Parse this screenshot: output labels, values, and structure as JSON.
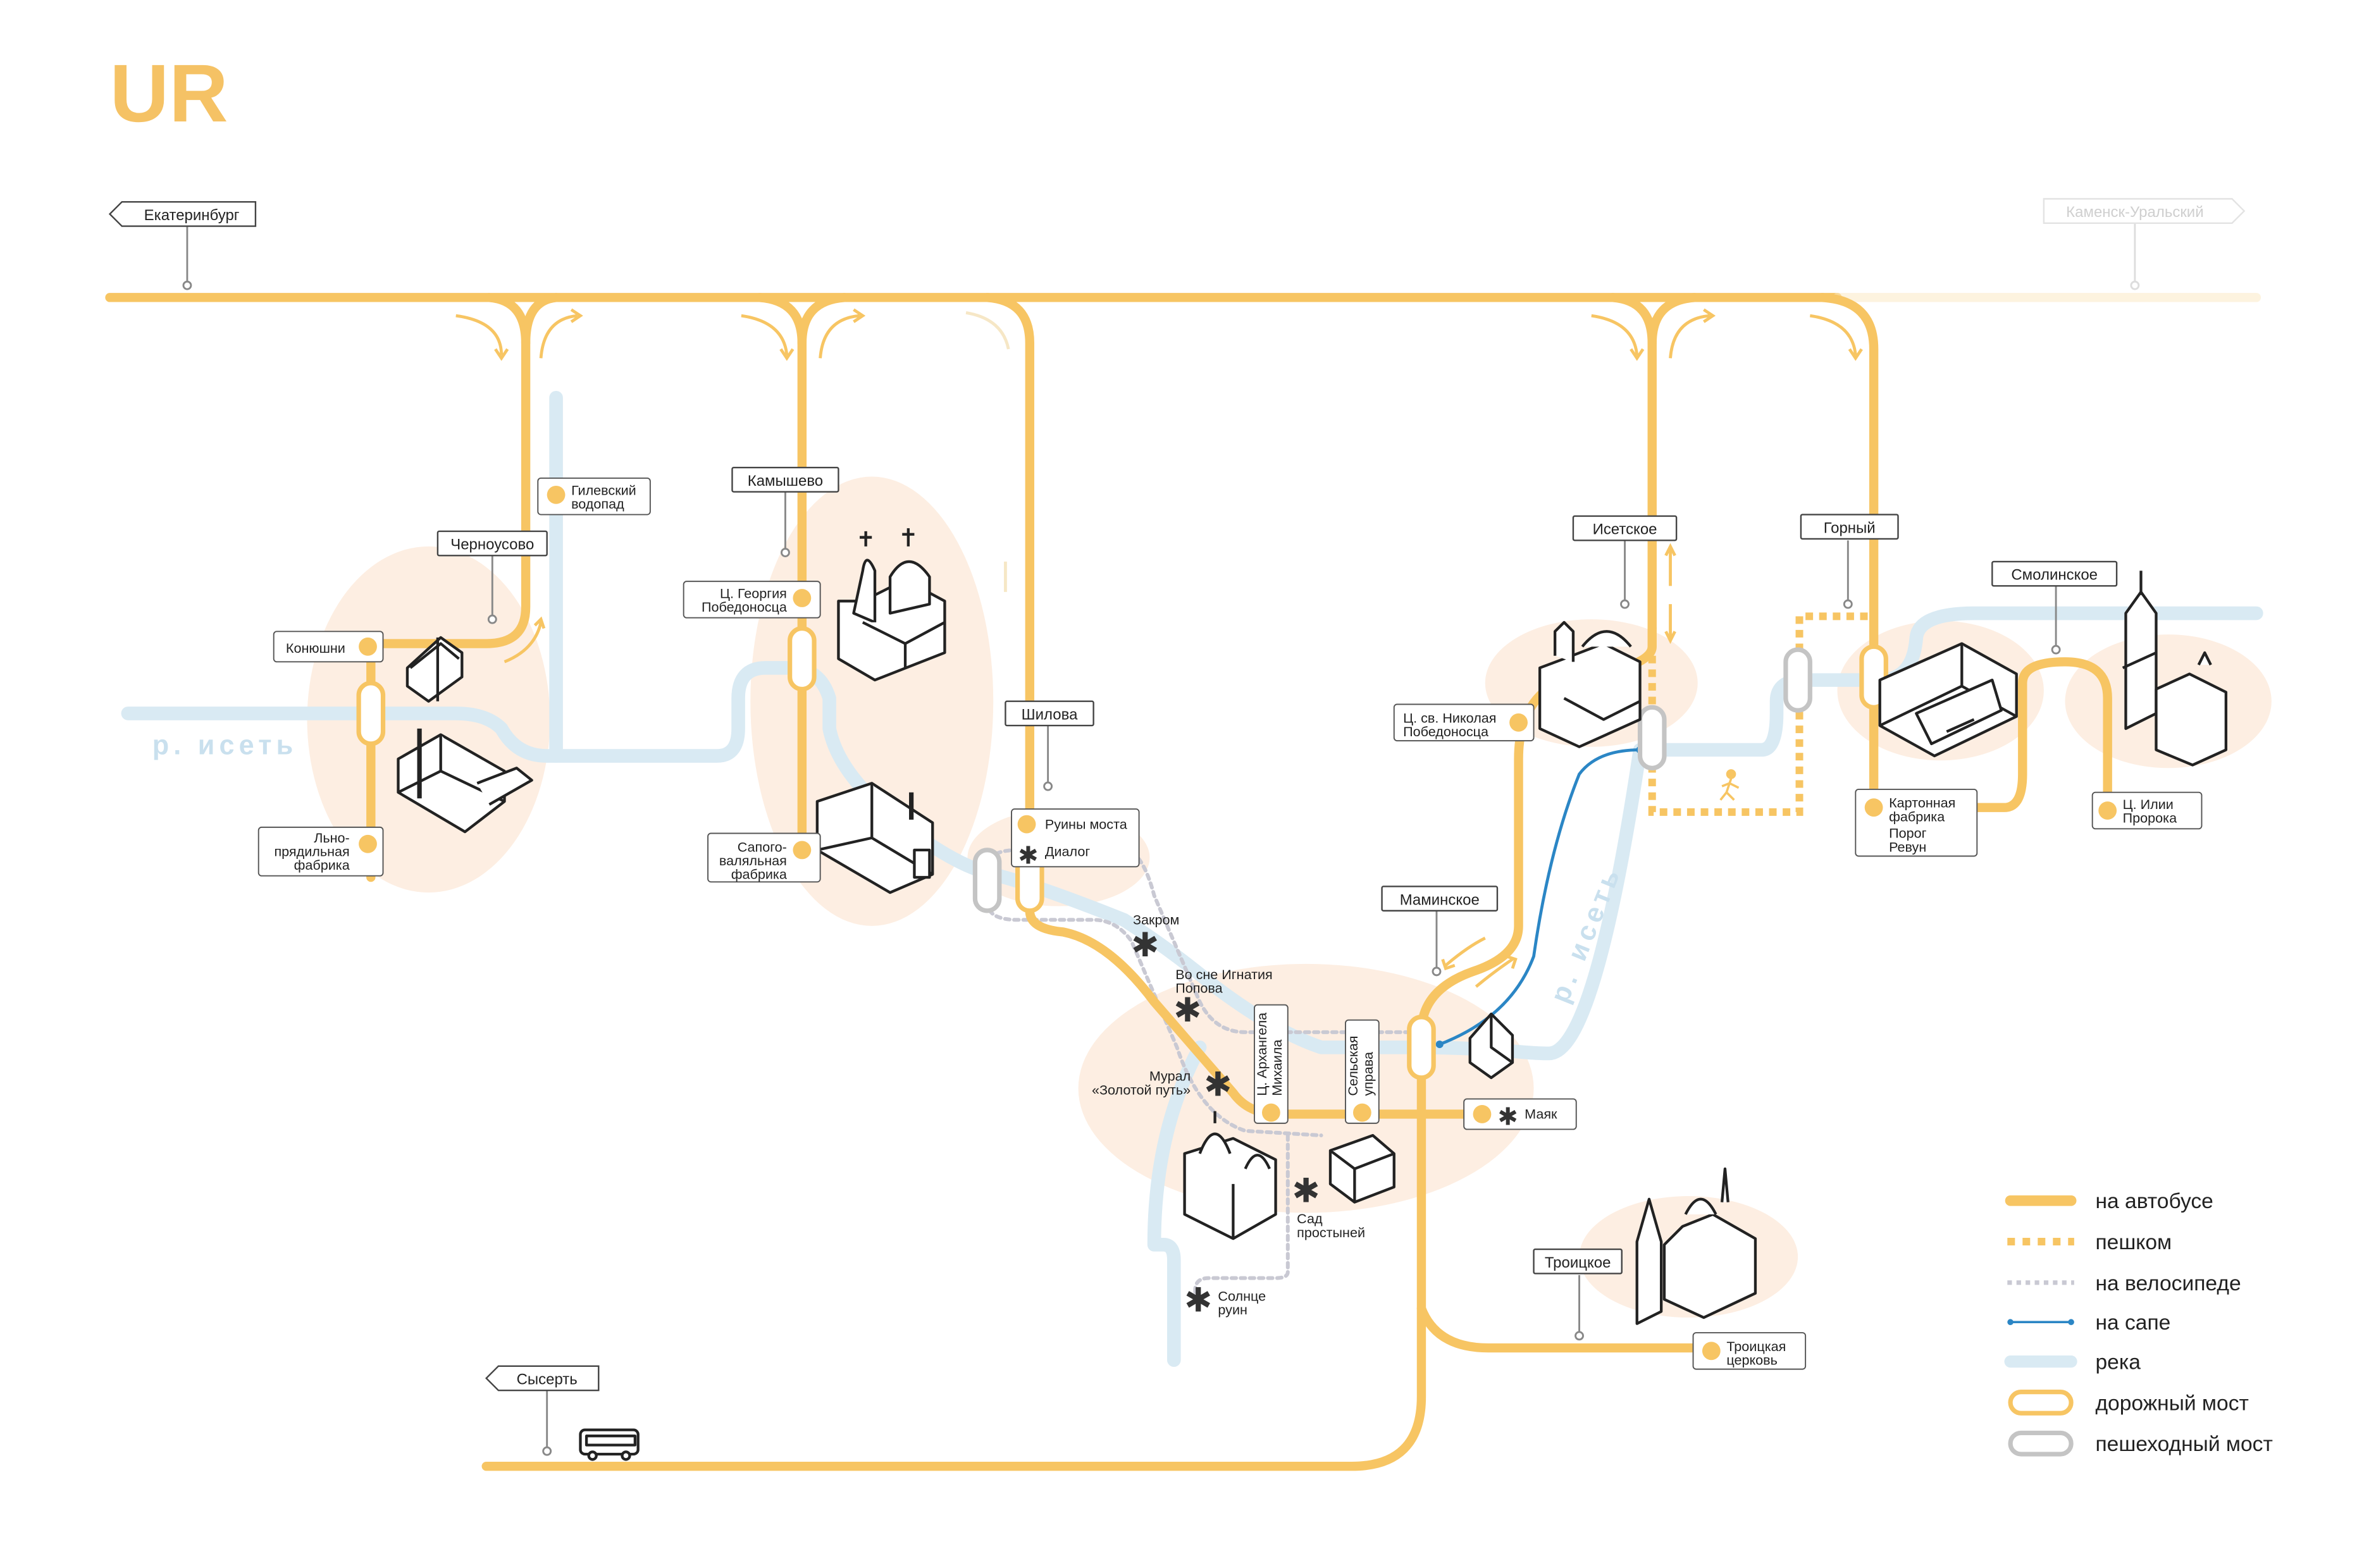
{
  "logo": "UR",
  "colors": {
    "bus": "#f7c563",
    "river": "#d9eaf3",
    "bike": "#c9c9d3",
    "sup": "#2b86c5",
    "halo": "#fdeee2",
    "ped_bridge": "#c4c4c4"
  },
  "directions": {
    "ekaterinburg": "Екатеринбург",
    "kamensk": "Каменск-Уральский",
    "sysert": "Сысерть"
  },
  "settlements": {
    "chernousovo": "Черноусово",
    "kamyshevo": "Камышево",
    "shilova": "Шилова",
    "isetskoe": "Исетское",
    "gorny": "Горный",
    "smolinskoe": "Смолинское",
    "maminskoe": "Маминское",
    "troitskoe": "Троицкое"
  },
  "stops": {
    "gilevsky_1": "Гилевский",
    "gilevsky_2": "водопад",
    "konyushni": "Конюшни",
    "lno_1": "Льно-",
    "lno_2": "прядильная",
    "lno_3": "фабрика",
    "georgy_1": "Ц. Георгия",
    "georgy_2": "Победоносца",
    "sapogo_1": "Сапого-",
    "sapogo_2": "валяльная",
    "sapogo_3": "фабрика",
    "ruiny": "Руины моста",
    "dialog": "Диалог",
    "nikolay_1": "Ц. св. Николая",
    "nikolay_2": "Победоносца",
    "karton_1": "Картонная",
    "karton_2": "фабрика",
    "porog_1": "Порог",
    "porog_2": "Ревун",
    "ilya_1": "Ц. Илии",
    "ilya_2": "Пророка",
    "arkhangel_1": "Ц. Архангела",
    "arkhangel_2": "Михаила",
    "uprava_1": "Сельская",
    "uprava_2": "управа",
    "mayak": "Маяк",
    "troitskaya_1": "Троицкая",
    "troitskaya_2": "церковь"
  },
  "points": {
    "zakrom": "Закром",
    "vo_sne_1": "Во сне Игнатия",
    "vo_sne_2": "Попова",
    "mural_1": "Мурал",
    "mural_2": "«Золотой путь»",
    "sad_1": "Сад",
    "sad_2": "простыней",
    "solntse_1": "Солнце",
    "solntse_2": "руин"
  },
  "river_labels": {
    "left": "р. исеть",
    "right": "р. исеть"
  },
  "legend": [
    {
      "label": "на автобусе",
      "icon": "bus-line"
    },
    {
      "label": "пешком",
      "icon": "walk-line"
    },
    {
      "label": "на велосипеде",
      "icon": "bike-line"
    },
    {
      "label": "на сапе",
      "icon": "sup-line"
    },
    {
      "label": "река",
      "icon": "river-line"
    },
    {
      "label": "дорожный мост",
      "icon": "road-bridge"
    },
    {
      "label": "пешеходный мост",
      "icon": "pedestrian-bridge"
    }
  ]
}
